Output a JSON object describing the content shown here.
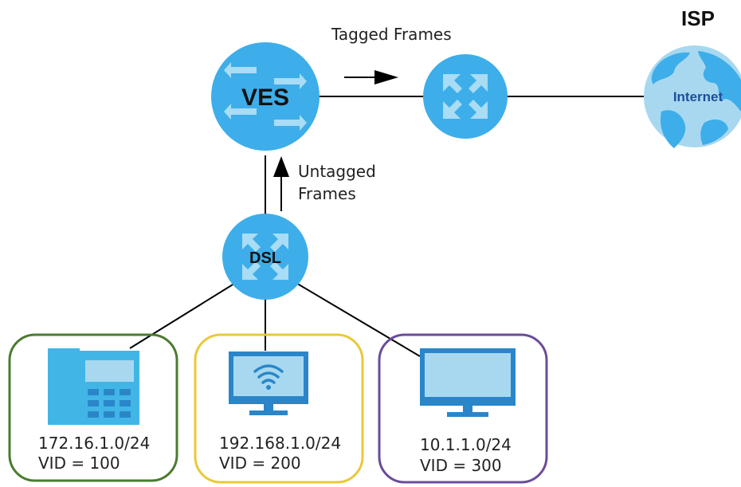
{
  "isp": {
    "title": "ISP",
    "internet_label": "Internet"
  },
  "ves": {
    "label": "VES"
  },
  "dsl": {
    "label": "DSL"
  },
  "arrows": {
    "tagged_label": "Tagged Frames",
    "untagged_line1": "Untagged",
    "untagged_line2": "Frames"
  },
  "clients": [
    {
      "device": "phone",
      "subnet": "172.16.1.0/24",
      "vid": "VID = 100",
      "color": "#4a7c2f"
    },
    {
      "device": "wifi-monitor",
      "subnet": "192.168.1.0/24",
      "vid": "VID = 200",
      "color": "#e8c93a"
    },
    {
      "device": "monitor",
      "subnet": "10.1.1.0/24",
      "vid": "VID = 300",
      "color": "#6b4c9a"
    }
  ],
  "colors": {
    "node_fill": "#3daee9",
    "globe_fill": "#a8d8f0",
    "internet_text": "#1f4e9c",
    "device_fill": "#41b6e6",
    "device_dark": "#2a86c9",
    "line": "#000000"
  }
}
